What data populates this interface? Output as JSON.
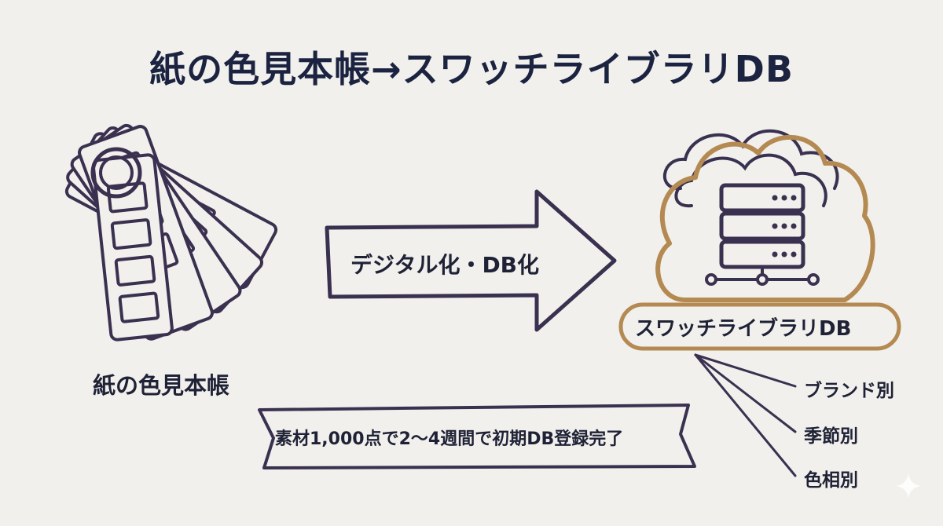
{
  "title": "紙の色見本帳→スワッチライブラリDB",
  "source": {
    "label": "紙の色見本帳",
    "icon": "swatch-book-icon"
  },
  "process": {
    "label": "デジタル化・DB化",
    "icon": "arrow-right-icon"
  },
  "target": {
    "label": "スワッチライブラリDB",
    "icon": "cloud-server-icon",
    "categories": [
      "ブランド別",
      "季節別",
      "色相別"
    ]
  },
  "note": "素材1,000点で2〜4週間で初期DB登録完了",
  "colors": {
    "ink": "#3a3150",
    "accent": "#b48a52",
    "title": "#1b2340",
    "background": "#f1f0ec"
  }
}
